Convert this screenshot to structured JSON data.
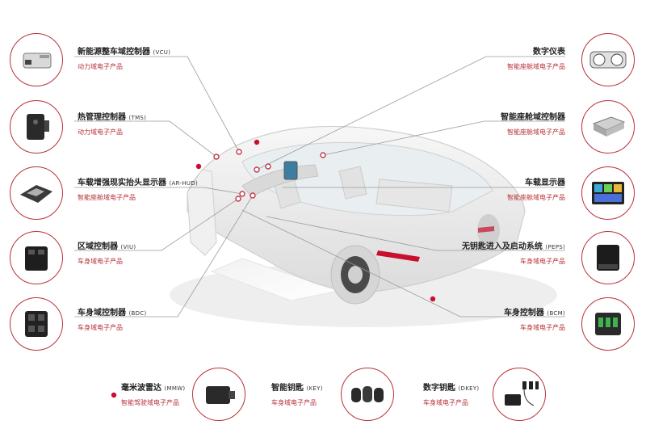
{
  "components": [
    {
      "id": "vcu",
      "title": "新能源整车域控制器",
      "code": "(VCU)",
      "sub": "动力域电子产品",
      "side": "left",
      "icon": "vcu-module-icon"
    },
    {
      "id": "tms",
      "title": "热管理控制器",
      "code": "(TMS)",
      "sub": "动力域电子产品",
      "side": "left",
      "icon": "tms-module-icon"
    },
    {
      "id": "arhud",
      "title": "车载增强现实抬头显示器",
      "code": "(AR-HUD)",
      "sub": "智能座舱域电子产品",
      "side": "left",
      "icon": "ar-hud-icon"
    },
    {
      "id": "viu",
      "title": "区域控制器",
      "code": "(VIU)",
      "sub": "车身域电子产品",
      "side": "left",
      "icon": "viu-module-icon"
    },
    {
      "id": "bdc",
      "title": "车身域控制器",
      "code": "(BDC)",
      "sub": "车身域电子产品",
      "side": "left",
      "icon": "bdc-module-icon"
    },
    {
      "id": "cluster",
      "title": "数字仪表",
      "code": "",
      "sub": "智能座舱域电子产品",
      "side": "right",
      "icon": "digital-cluster-icon"
    },
    {
      "id": "cdc",
      "title": "智能座舱域控制器",
      "code": "",
      "sub": "智能座舱域电子产品",
      "side": "right",
      "icon": "cockpit-controller-icon"
    },
    {
      "id": "display",
      "title": "车载显示器",
      "code": "",
      "sub": "智能座舱域电子产品",
      "side": "right",
      "icon": "car-display-icon"
    },
    {
      "id": "peps",
      "title": "无钥匙进入及启动系统",
      "code": "(PEPS)",
      "sub": "车身域电子产品",
      "side": "right",
      "icon": "peps-module-icon"
    },
    {
      "id": "bcm",
      "title": "车身控制器",
      "code": "(BCM)",
      "sub": "车身域电子产品",
      "side": "right",
      "icon": "bcm-module-icon"
    },
    {
      "id": "mmw",
      "title": "毫米波雷达",
      "code": "(MMW)",
      "sub": "智能驾驶域电子产品",
      "side": "bottom",
      "icon": "radar-icon"
    },
    {
      "id": "key",
      "title": "智能钥匙",
      "code": "(KEY)",
      "sub": "车身域电子产品",
      "side": "bottom",
      "icon": "smart-key-icon"
    },
    {
      "id": "dkey",
      "title": "数字钥匙",
      "code": "(DKEY)",
      "sub": "车身域电子产品",
      "side": "bottom",
      "icon": "digital-key-icon"
    }
  ],
  "colors": {
    "accent": "#b8323a",
    "dot": "#c8102e",
    "line": "#9a9a9a",
    "text": "#222222"
  }
}
